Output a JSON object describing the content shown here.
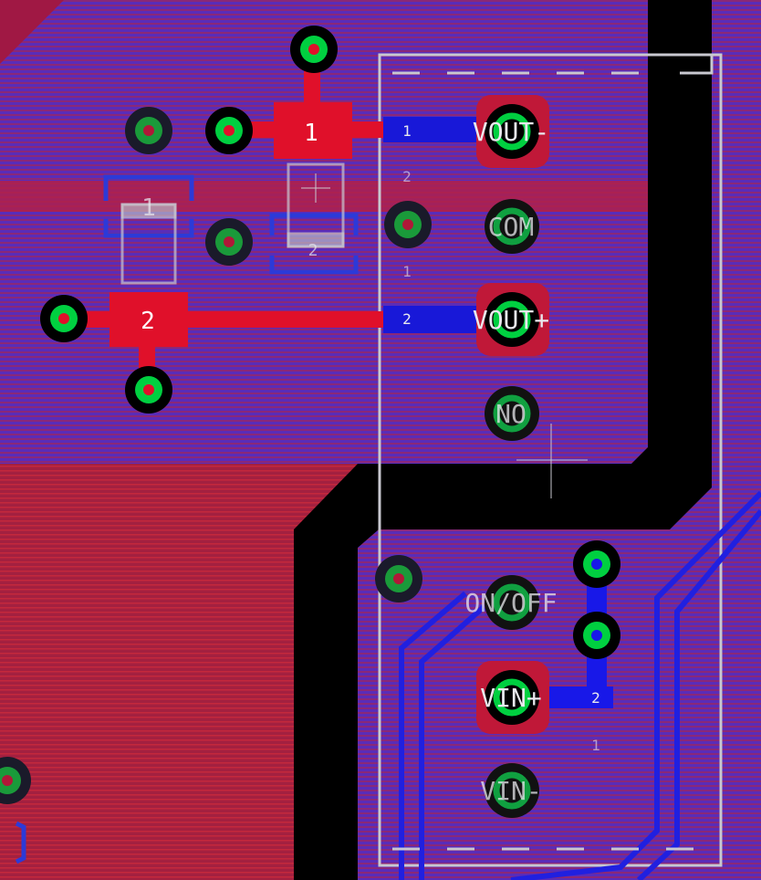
{
  "colors": {
    "background": "#000000",
    "copper_top": "#e0102a",
    "copper_bottom": "#1a1ae0",
    "pour_hatch_red": "#b01844",
    "pour_hatch_blue": "#4a2cc0",
    "via_ring": "#00d040",
    "silkscreen": "#d8d8e0",
    "board_outline": "#c8c8d0"
  },
  "pads": {
    "pad1_label": "1",
    "pad2_label": "2"
  },
  "part_outline": {
    "label_1": "1",
    "label_2": "2"
  },
  "module": {
    "pins": [
      "VOUT-",
      "COM",
      "VOUT+",
      "NO",
      "ON/OFF",
      "VIN+",
      "VIN-"
    ],
    "trace_pin_labels": {
      "vout_minus_a": "1",
      "vout_minus_b": "2",
      "com_side": "1",
      "vout_plus": "2",
      "vin_plus_a": "2",
      "vin_plus_b": "1"
    }
  }
}
